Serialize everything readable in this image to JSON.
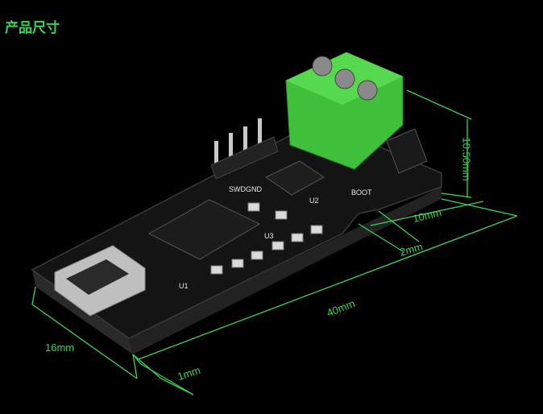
{
  "title": "产品尺寸",
  "dimensions": {
    "length": "40mm",
    "width": "16mm",
    "height": "10.50mm",
    "terminal_depth": "10mm",
    "notch": "2mm",
    "edge": "1mm"
  },
  "board_labels": {
    "boot": "BOOT",
    "u1": "U1",
    "u2": "U2",
    "u3": "U3",
    "swd": "SWDGND"
  },
  "colors": {
    "dimension_green": "#39d353",
    "pcb_black": "#141414",
    "terminal_green": "#3fbf3a",
    "background": "#000000"
  }
}
